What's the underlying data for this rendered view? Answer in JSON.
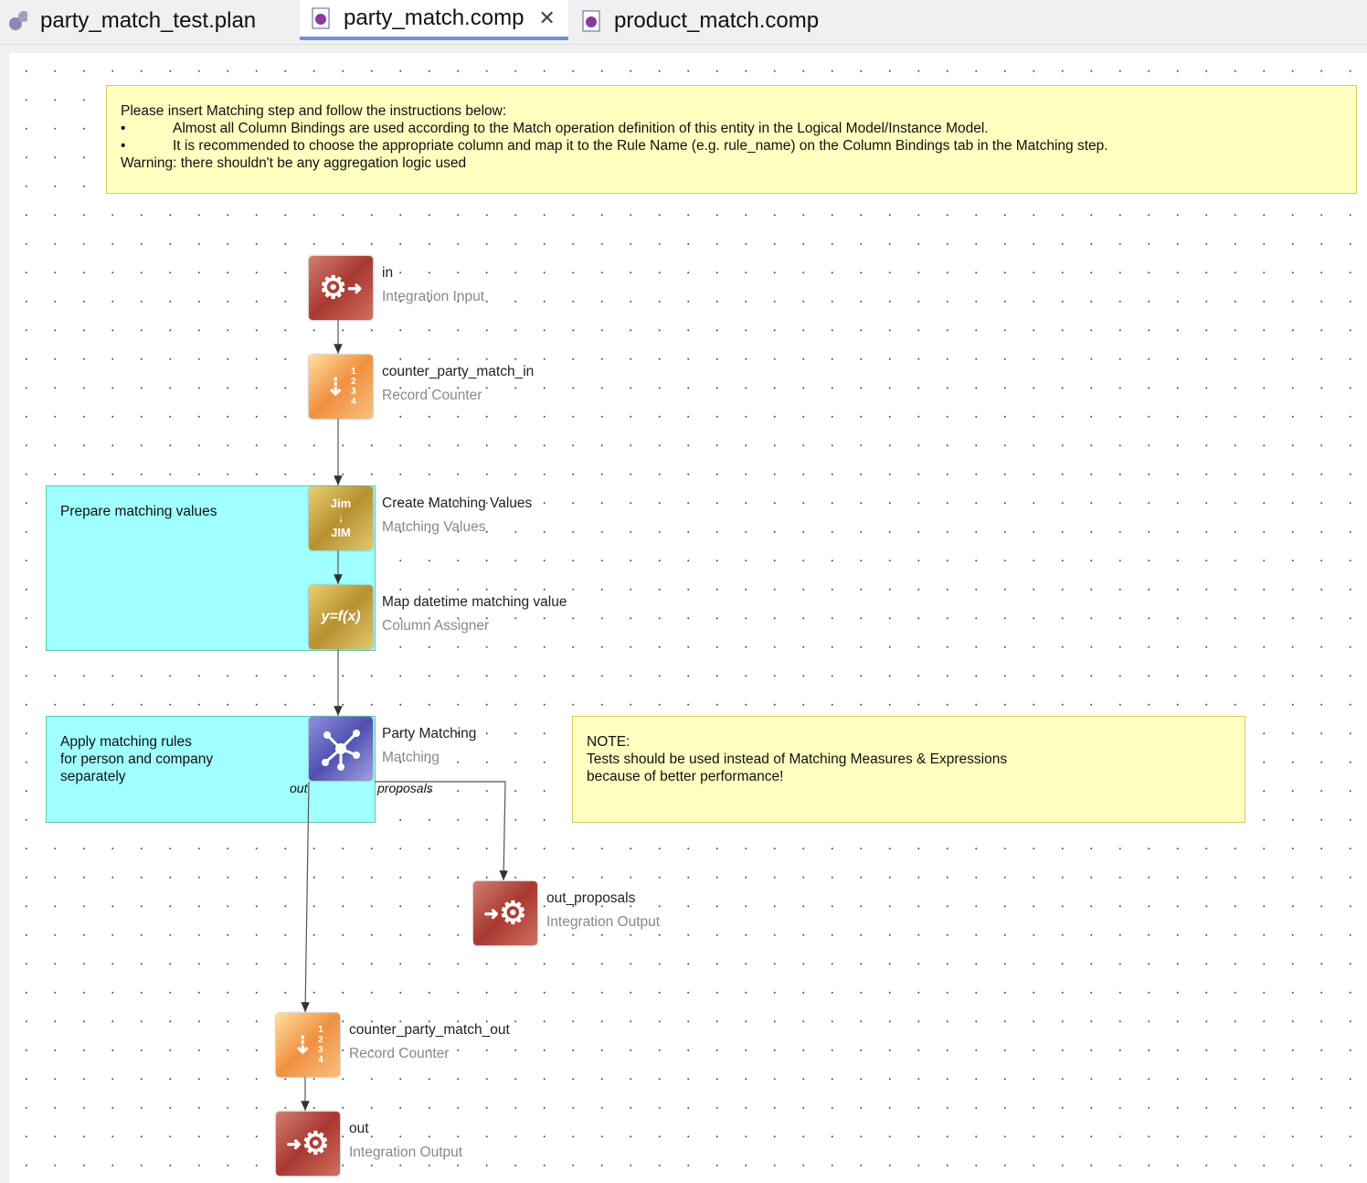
{
  "tabs": [
    {
      "label": "party_match_test.plan",
      "icon": "gears-icon",
      "active": false
    },
    {
      "label": "party_match.comp",
      "icon": "component-file-icon",
      "active": true,
      "closable": true
    },
    {
      "label": "product_match.comp",
      "icon": "component-file-icon",
      "active": false
    }
  ],
  "notes": {
    "instructions": {
      "lines": [
        "Please insert Matching step and follow the instructions below:",
        "Almost all Column Bindings are used according to the Match operation definition of this entity in the Logical Model/Instance Model.",
        "It is recommended to choose the appropriate column and map it to the Rule Name (e.g. rule_name) on the Column Bindings tab in the Matching step.",
        "Warning: there shouldn't be any aggregation logic used"
      ],
      "bullet": "•"
    },
    "performance": {
      "lines": [
        "NOTE:",
        "Tests should be used instead of Matching Measures & Expressions",
        "because of better performance!"
      ]
    }
  },
  "groups": {
    "prepare": "Prepare matching values",
    "apply": [
      "Apply matching rules",
      "for person and company",
      "separately"
    ]
  },
  "nodes": [
    {
      "name": "in",
      "type": "Integration Input",
      "icon": "integration-input-icon"
    },
    {
      "name": "counter_party_match_in",
      "type": "Record Counter",
      "icon": "record-counter-icon"
    },
    {
      "name": "Create Matching Values",
      "type": "Matching Values",
      "icon": "matching-values-icon"
    },
    {
      "name": "Map datetime matching value",
      "type": "Column Assigner",
      "icon": "column-assigner-icon"
    },
    {
      "name": "Party Matching",
      "type": "Matching",
      "icon": "matching-icon"
    },
    {
      "name": "out_proposals",
      "type": "Integration Output",
      "icon": "integration-output-icon"
    },
    {
      "name": "counter_party_match_out",
      "type": "Record Counter",
      "icon": "record-counter-icon"
    },
    {
      "name": "out",
      "type": "Integration Output",
      "icon": "integration-output-icon"
    }
  ],
  "ports": {
    "out": "out",
    "proposals": "proposals"
  },
  "icon_text": {
    "jim_top": "Jim",
    "jim_bottom": "JIM",
    "fx": "y=f(x)",
    "counter": [
      "1",
      "2",
      "3",
      "4"
    ]
  }
}
